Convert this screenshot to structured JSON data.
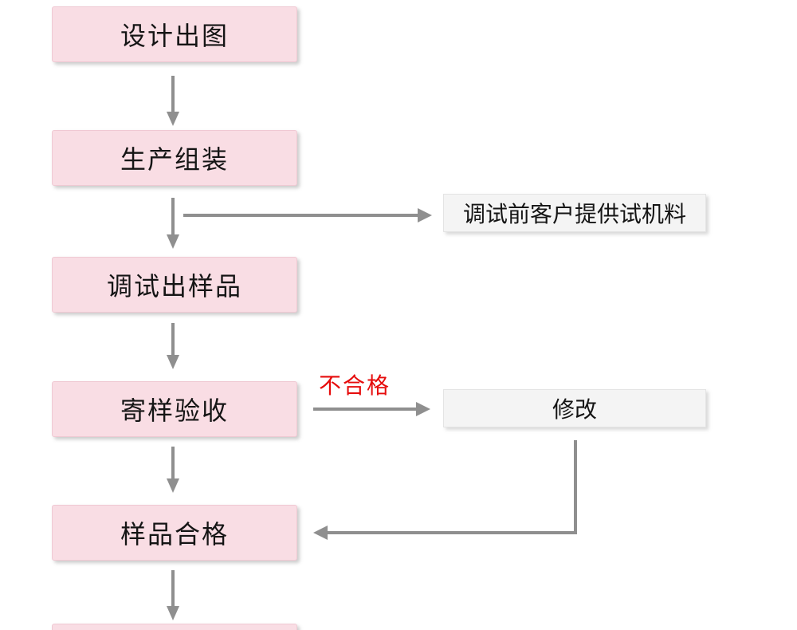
{
  "diagram": {
    "type": "flowchart",
    "nodes": [
      {
        "id": "design-output",
        "label": "设计出图",
        "kind": "main-step"
      },
      {
        "id": "production-assembly",
        "label": "生产组装",
        "kind": "main-step"
      },
      {
        "id": "debug-sample",
        "label": "调试出样品",
        "kind": "main-step"
      },
      {
        "id": "send-sample-accept",
        "label": "寄样验收",
        "kind": "main-step"
      },
      {
        "id": "sample-qualified",
        "label": "样品合格",
        "kind": "main-step"
      },
      {
        "id": "trial-materials",
        "label": "调试前客户提供试机料",
        "kind": "side-note"
      },
      {
        "id": "modify",
        "label": "修改",
        "kind": "side-note"
      }
    ],
    "edges": [
      {
        "from": "design-output",
        "to": "production-assembly",
        "label": ""
      },
      {
        "from": "production-assembly",
        "to": "debug-sample",
        "label": ""
      },
      {
        "from": "production-assembly",
        "to": "trial-materials",
        "label": ""
      },
      {
        "from": "debug-sample",
        "to": "send-sample-accept",
        "label": ""
      },
      {
        "from": "send-sample-accept",
        "to": "modify",
        "label": "不合格"
      },
      {
        "from": "modify",
        "to": "sample-qualified",
        "label": ""
      },
      {
        "from": "send-sample-accept",
        "to": "sample-qualified",
        "label": ""
      },
      {
        "from": "sample-qualified",
        "to": "next-step-offscreen",
        "label": ""
      }
    ],
    "edge_labels": {
      "fail": "不合格"
    },
    "colors": {
      "main_node_fill": "#f9dde4",
      "main_node_border": "#f0c9d3",
      "side_node_fill": "#f4f4f4",
      "side_node_border": "#e4e4e4",
      "arrow": "#8f8f8f",
      "fail_label_text": "#e60c0c",
      "node_text": "#151515",
      "background": "#ffffff"
    }
  }
}
